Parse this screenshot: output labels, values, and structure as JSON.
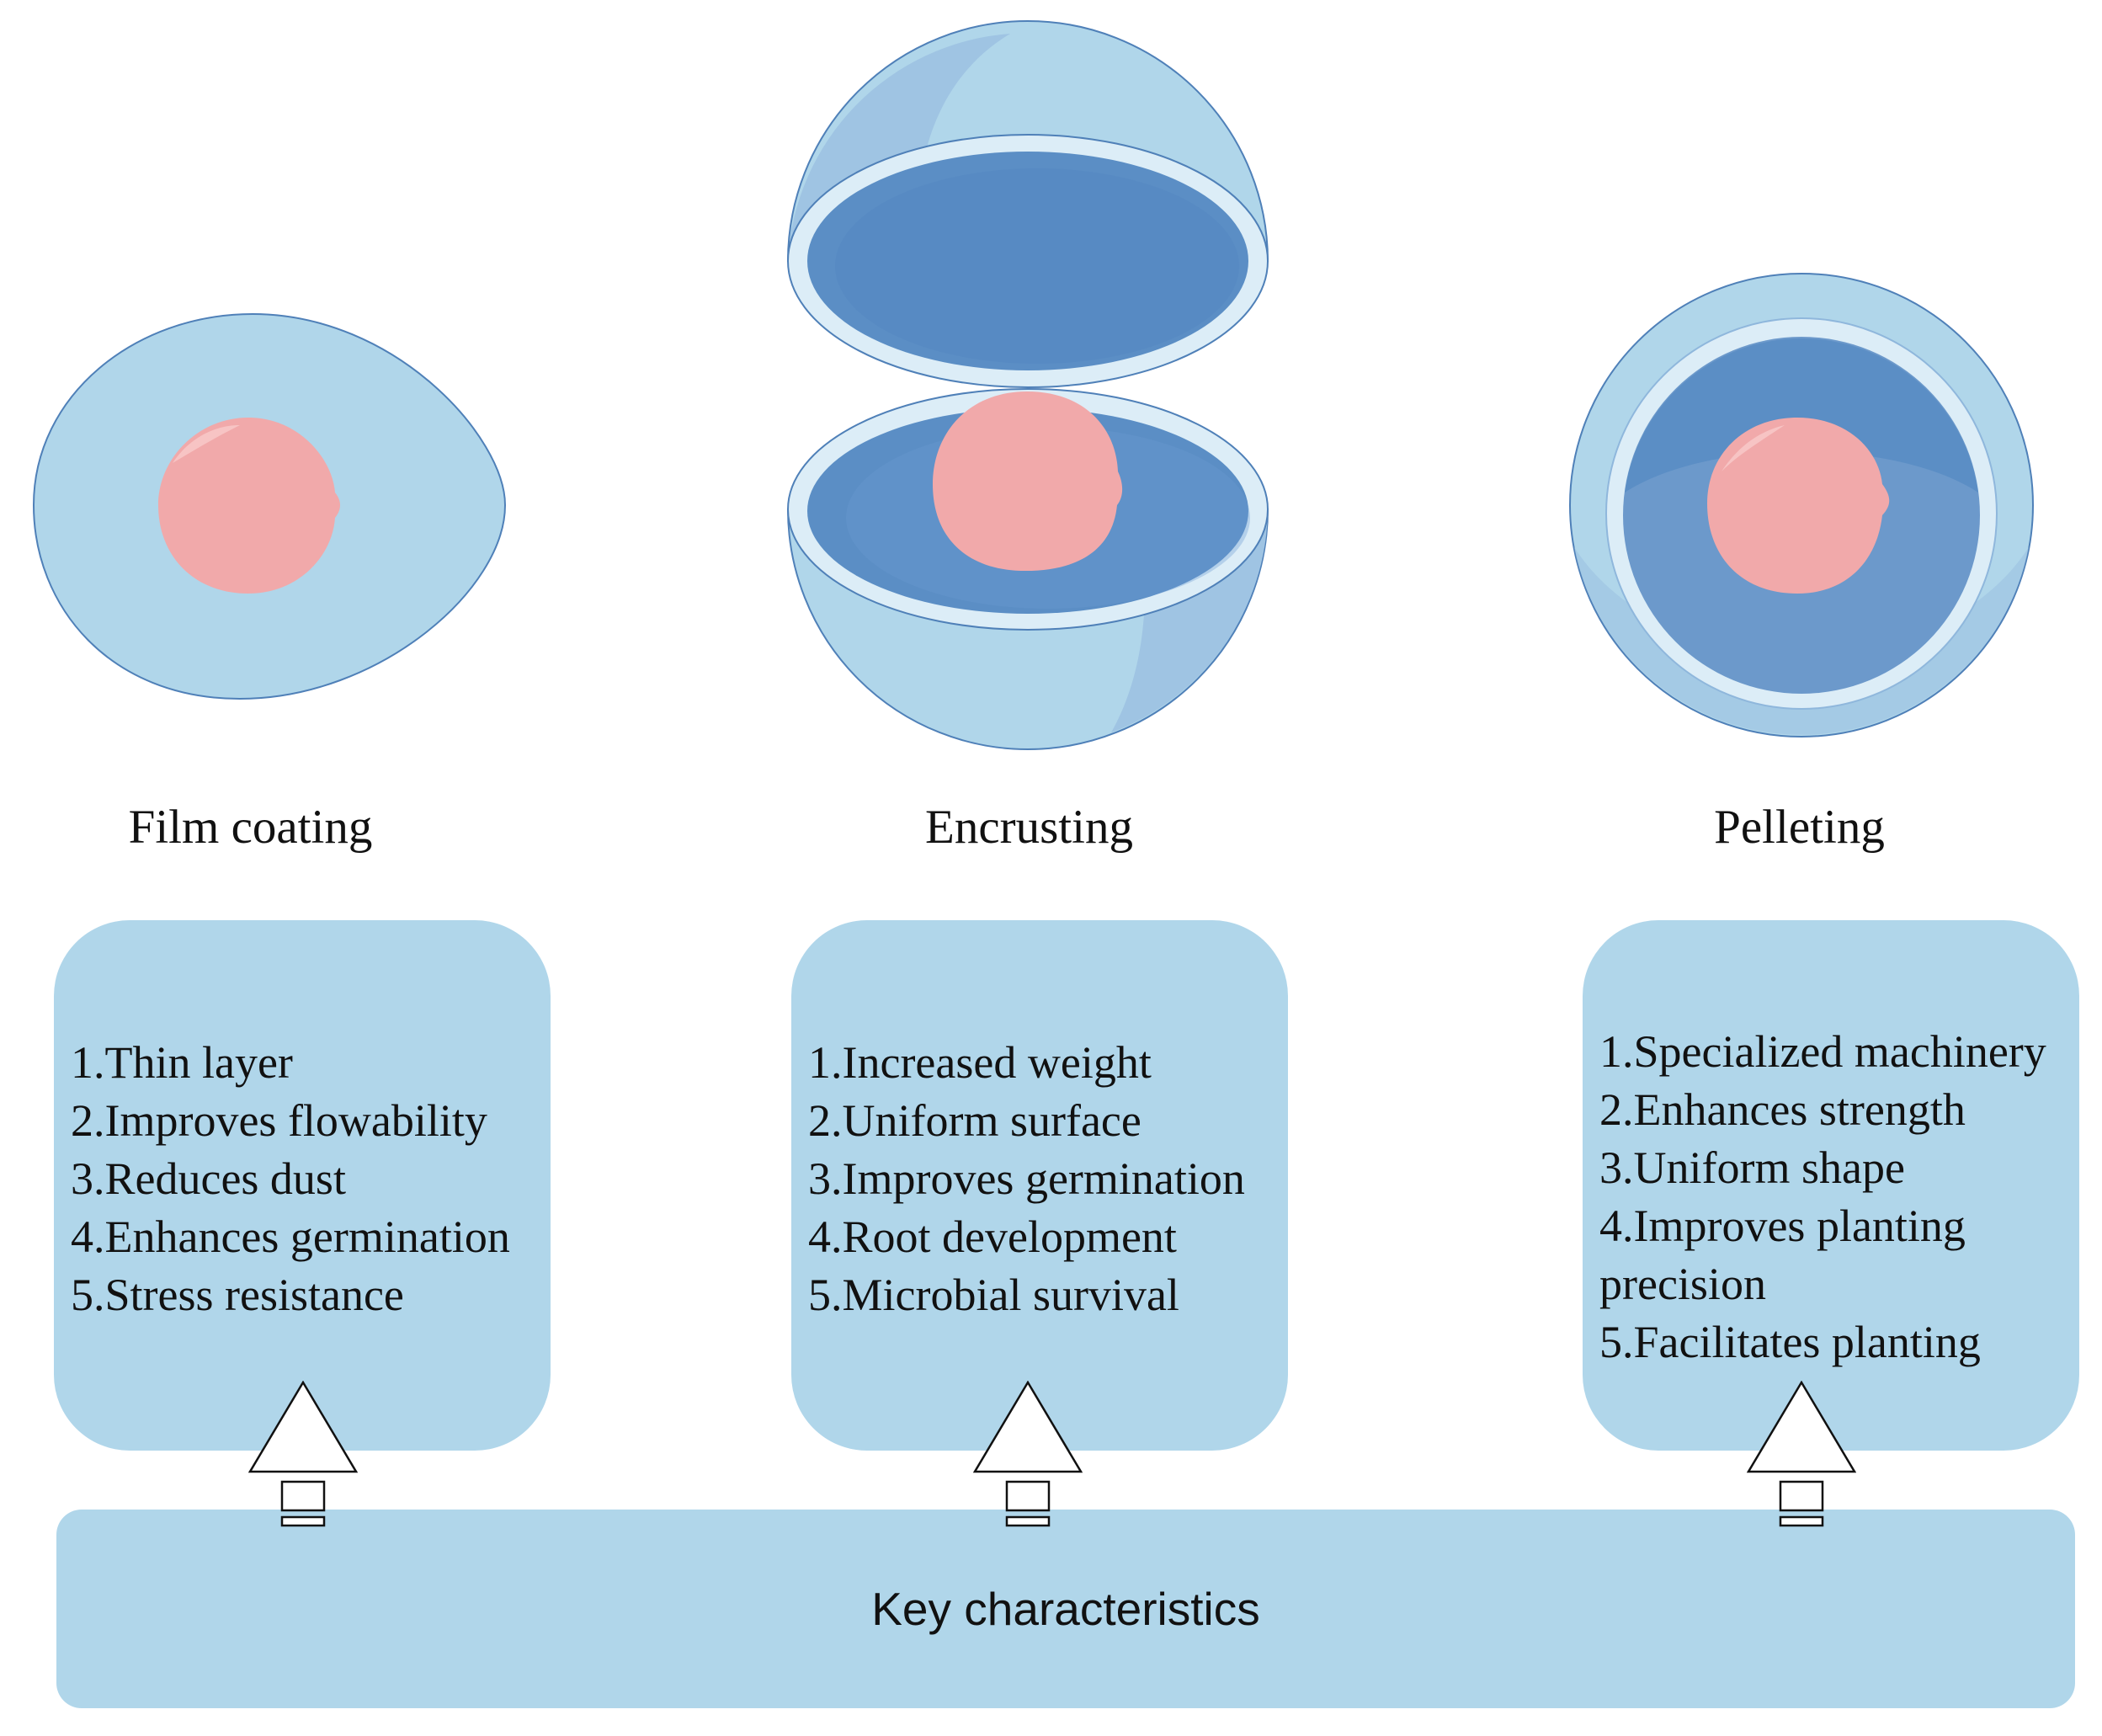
{
  "methods": [
    {
      "name": "Film coating",
      "characteristics": [
        "1.Thin layer",
        "2.Improves flowability",
        "3.Reduces dust",
        "4.Enhances germination",
        "5.Stress resistance"
      ]
    },
    {
      "name": "Encrusting",
      "characteristics": [
        "1.Increased weight",
        "2.Uniform surface",
        "3.Improves germination",
        "4.Root development",
        "5.Microbial survival"
      ]
    },
    {
      "name": "Pelleting",
      "characteristics": [
        "1.Specialized machinery",
        "2.Enhances strength",
        "3.Uniform shape",
        "4.Improves planting",
        "precision",
        "5.Facilitates planting"
      ]
    }
  ],
  "key_label": "Key characteristics",
  "colors": {
    "coat_light": "#b0d6ea",
    "coat_mid": "#9fc4e3",
    "coat_dark": "#5b8ec5",
    "seed": "#f1a9aa",
    "outline": "#3f6fa6"
  }
}
